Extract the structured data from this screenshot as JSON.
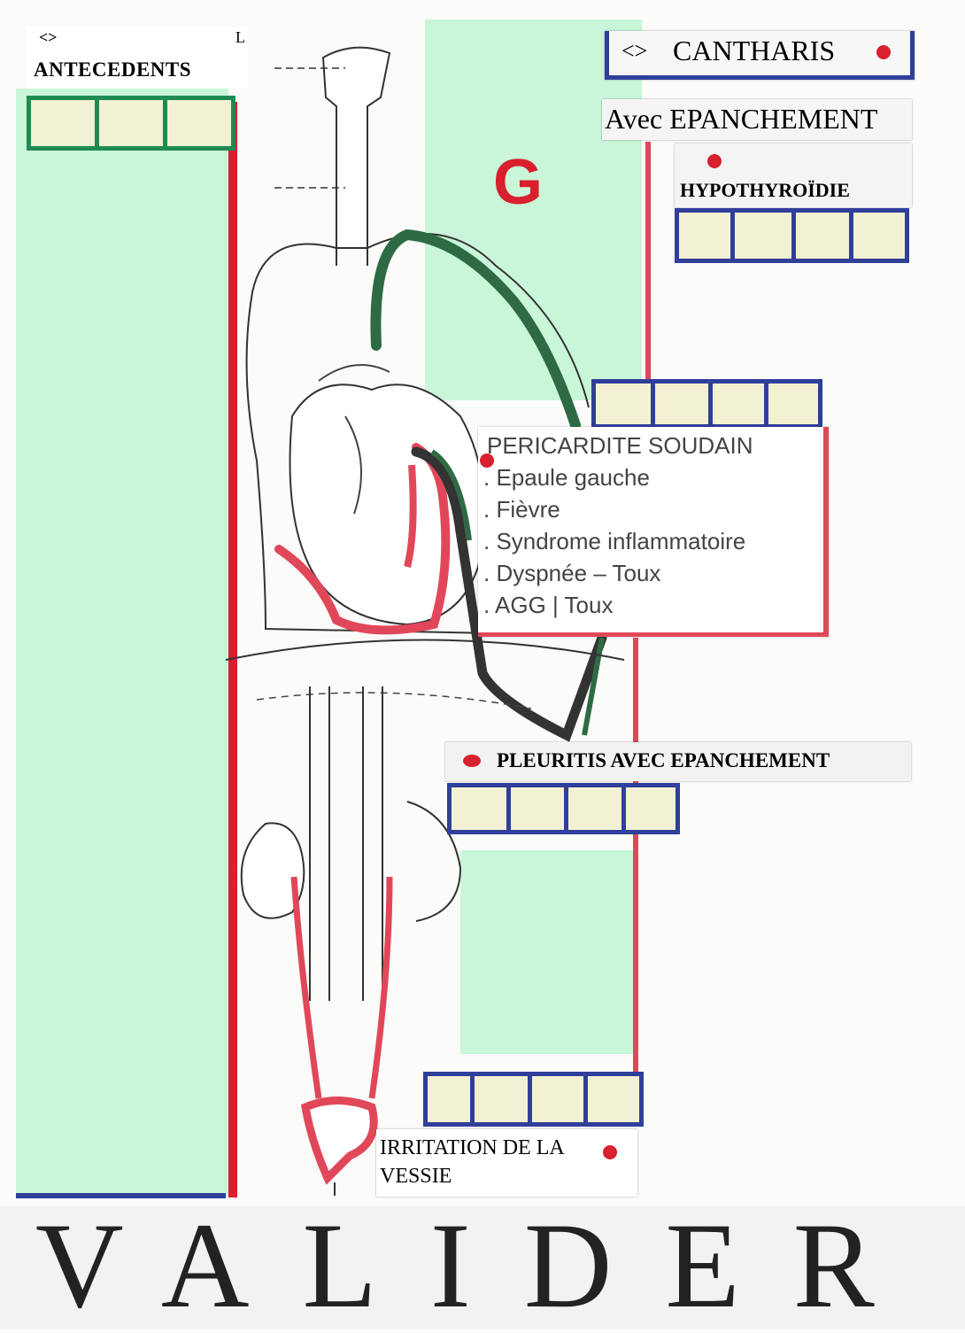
{
  "left_panel": {
    "icon": "<>",
    "corner_mark": "L",
    "title": "ANTECEDENTS",
    "boxes": 3
  },
  "remedy": {
    "icon": "<>",
    "name": "CANTHARIS",
    "subtitle": "Avec EPANCHEMENT"
  },
  "hypo": {
    "title": "HYPOTHYROÏDIE",
    "boxes": 4
  },
  "letter_g": "G",
  "pericardite": {
    "title": "PERICARDITE SOUDAIN",
    "items": [
      ". Epaule gauche",
      ". Fièvre",
      ". Syndrome inflammatoire",
      ". Dyspnée – Toux",
      ". AGG | Toux"
    ],
    "boxes": 4
  },
  "pleuritis": {
    "title": "PLEURITIS AVEC EPANCHEMENT",
    "boxes": 4
  },
  "vessie": {
    "line1": "IRRITATION DE LA",
    "line2": "VESSIE",
    "boxes": 4
  },
  "footer": {
    "label": "VALIDER"
  },
  "colors": {
    "red": "#d8202e",
    "blue": "#2f3f9a",
    "green_box": "#1f8a52",
    "dark_green": "#2e6b44",
    "panel_green": "#c9f5d8"
  }
}
